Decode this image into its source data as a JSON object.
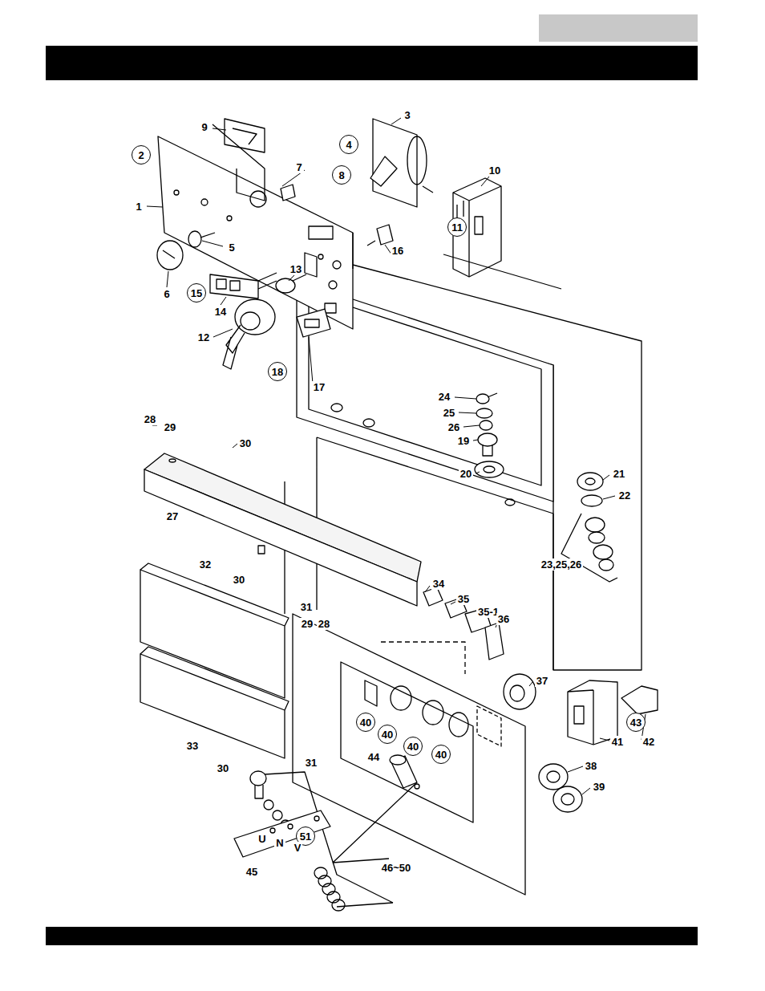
{
  "diagram": {
    "nodes": [
      {
        "text": [
          "2"
        ]
      },
      {
        "text": [
          "4"
        ]
      },
      {
        "text": [
          "8"
        ]
      },
      {
        "text": [
          "11"
        ]
      },
      {
        "text": [
          "15"
        ]
      },
      {
        "text": [
          "18"
        ]
      },
      {
        "text": [
          "40"
        ]
      },
      {
        "text": [
          "40"
        ]
      },
      {
        "text": [
          "40"
        ]
      },
      {
        "text": [
          "40"
        ]
      },
      {
        "text": [
          "43"
        ]
      },
      {
        "text": [
          "51"
        ]
      }
    ],
    "labels": [
      "3",
      "9",
      "10",
      "7",
      "1",
      "5",
      "16",
      "13",
      "6",
      "14",
      "12",
      "17",
      "24",
      "25",
      "26",
      "28",
      "29",
      "30",
      "19",
      "20",
      "21",
      "22",
      "27",
      "23,25,26",
      "32",
      "30",
      "34",
      "35",
      "35-1",
      "36",
      "31",
      "29",
      "28",
      "37",
      "33",
      "31",
      "41",
      "42",
      "38",
      "30",
      "44",
      "39",
      "U",
      "N",
      "V",
      "46~50",
      "45"
    ]
  }
}
